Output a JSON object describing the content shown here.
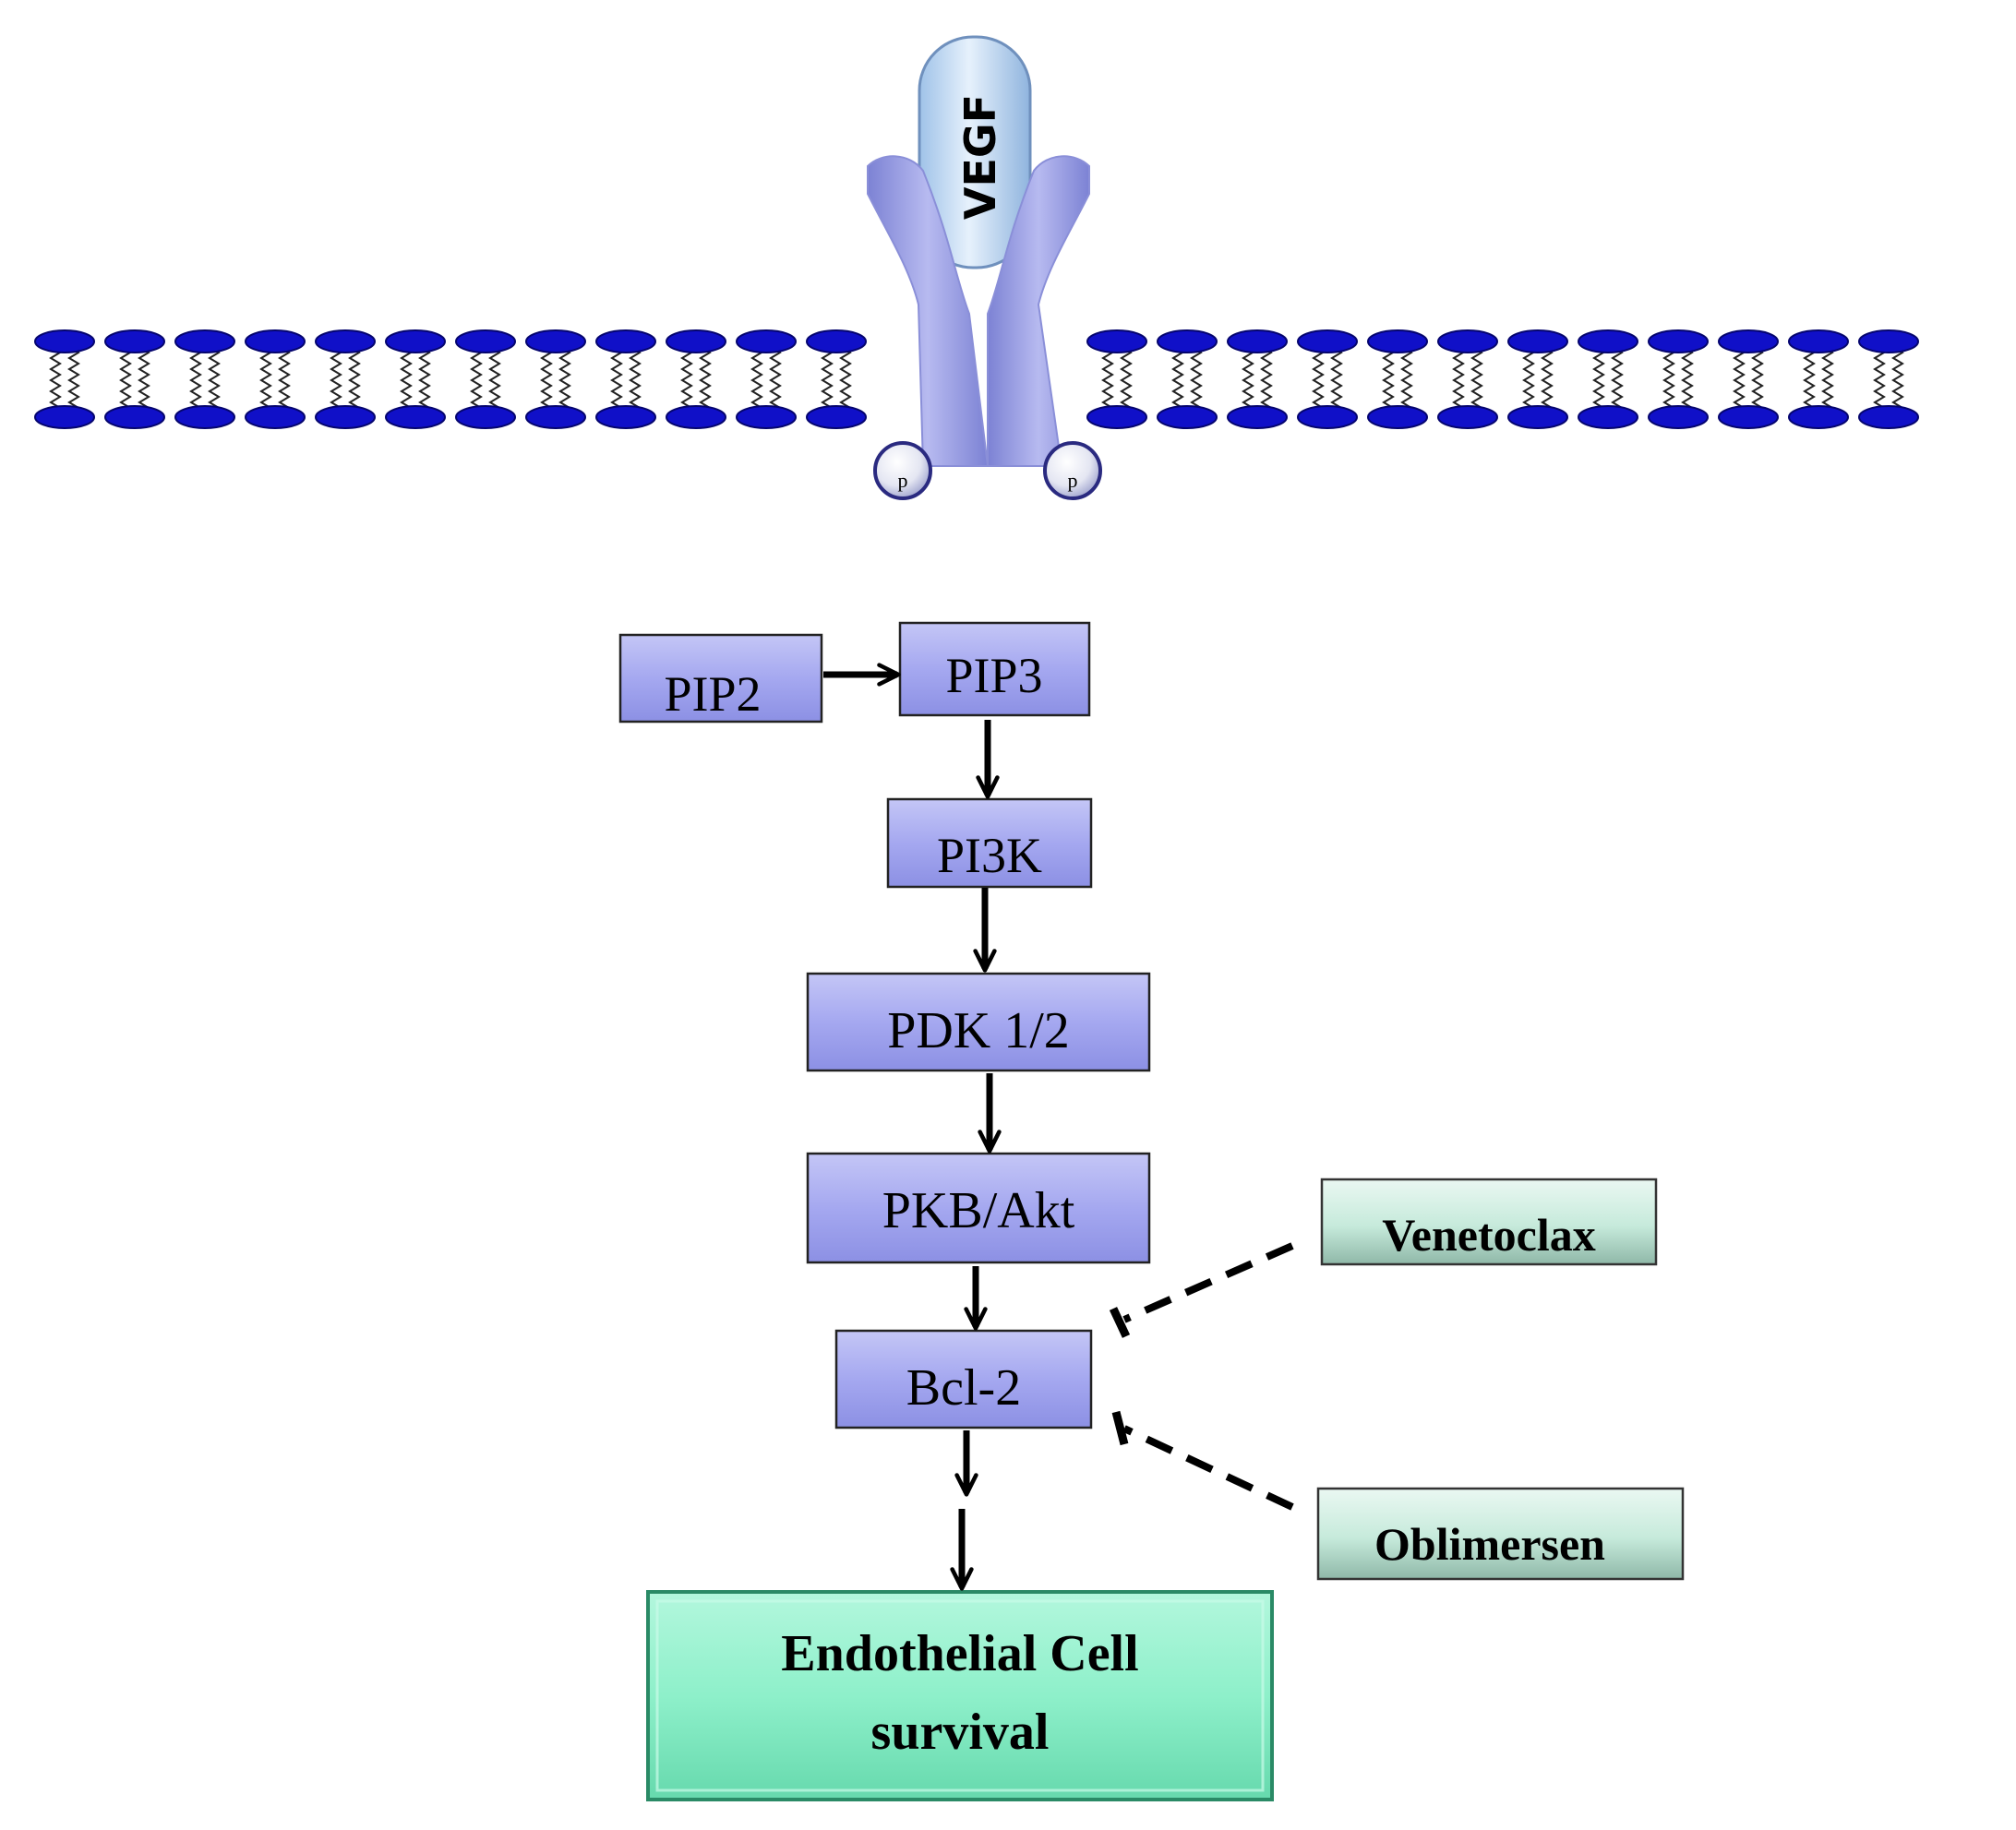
{
  "receptor": {
    "ligand_label": "VEGF",
    "phospho_label": "p",
    "colors": {
      "receptor": "#9a9fe0",
      "ligand": "#c7dcf5",
      "lipid_head": "#1010c8"
    }
  },
  "pathway": {
    "nodes": {
      "pip2": "PIP2",
      "pip3": "PIP3",
      "pi3k": "PI3K",
      "pdk": "PDK 1/2",
      "pkb": "PKB/Akt",
      "bcl2": "Bcl-2"
    },
    "inhibitors": {
      "venetoclax": "Venetoclax",
      "oblimersen": "Oblimersen"
    },
    "outcome": {
      "line1": "Endothelial Cell",
      "line2": "survival"
    },
    "colors": {
      "node": "#a5a8f0",
      "inhibitor": "#c6eadb",
      "outcome": "#8ef0ca"
    }
  }
}
